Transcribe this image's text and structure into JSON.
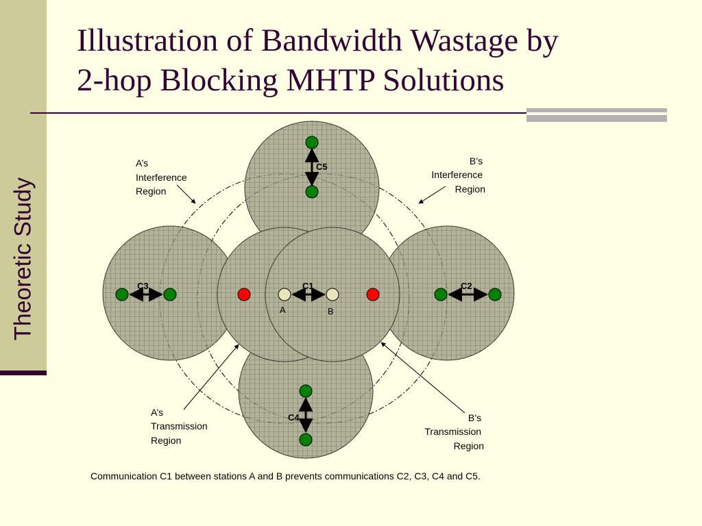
{
  "side_title": "Theoretic Study",
  "title_line1": "Illustration of Bandwidth Wastage by",
  "title_line2": "2-hop Blocking MHTP Solutions",
  "labels": {
    "a_interference": [
      "A’s",
      "Interference",
      "Region"
    ],
    "b_interference": [
      "B’s",
      "Interference",
      "Region"
    ],
    "a_transmission": [
      "A’s",
      "Transmission",
      "Region"
    ],
    "b_transmission": [
      "B’s",
      "Transmission",
      "Region"
    ]
  },
  "communications": {
    "c1": "C1",
    "c2": "C2",
    "c3": "C3",
    "c4": "C4",
    "c5": "C5"
  },
  "stations": {
    "a": "A",
    "b": "B"
  },
  "caption": "Communication C1 between stations A and B prevents communications C2, C3, C4 and C5.",
  "colors": {
    "station_green": "#008000",
    "station_red": "#FF0000",
    "station_ab": "#E8E4B8",
    "region_fill": "#9E9E86",
    "title_color": "#330033",
    "sidebar": "#CCCC99",
    "background": "#FFFFE5"
  }
}
